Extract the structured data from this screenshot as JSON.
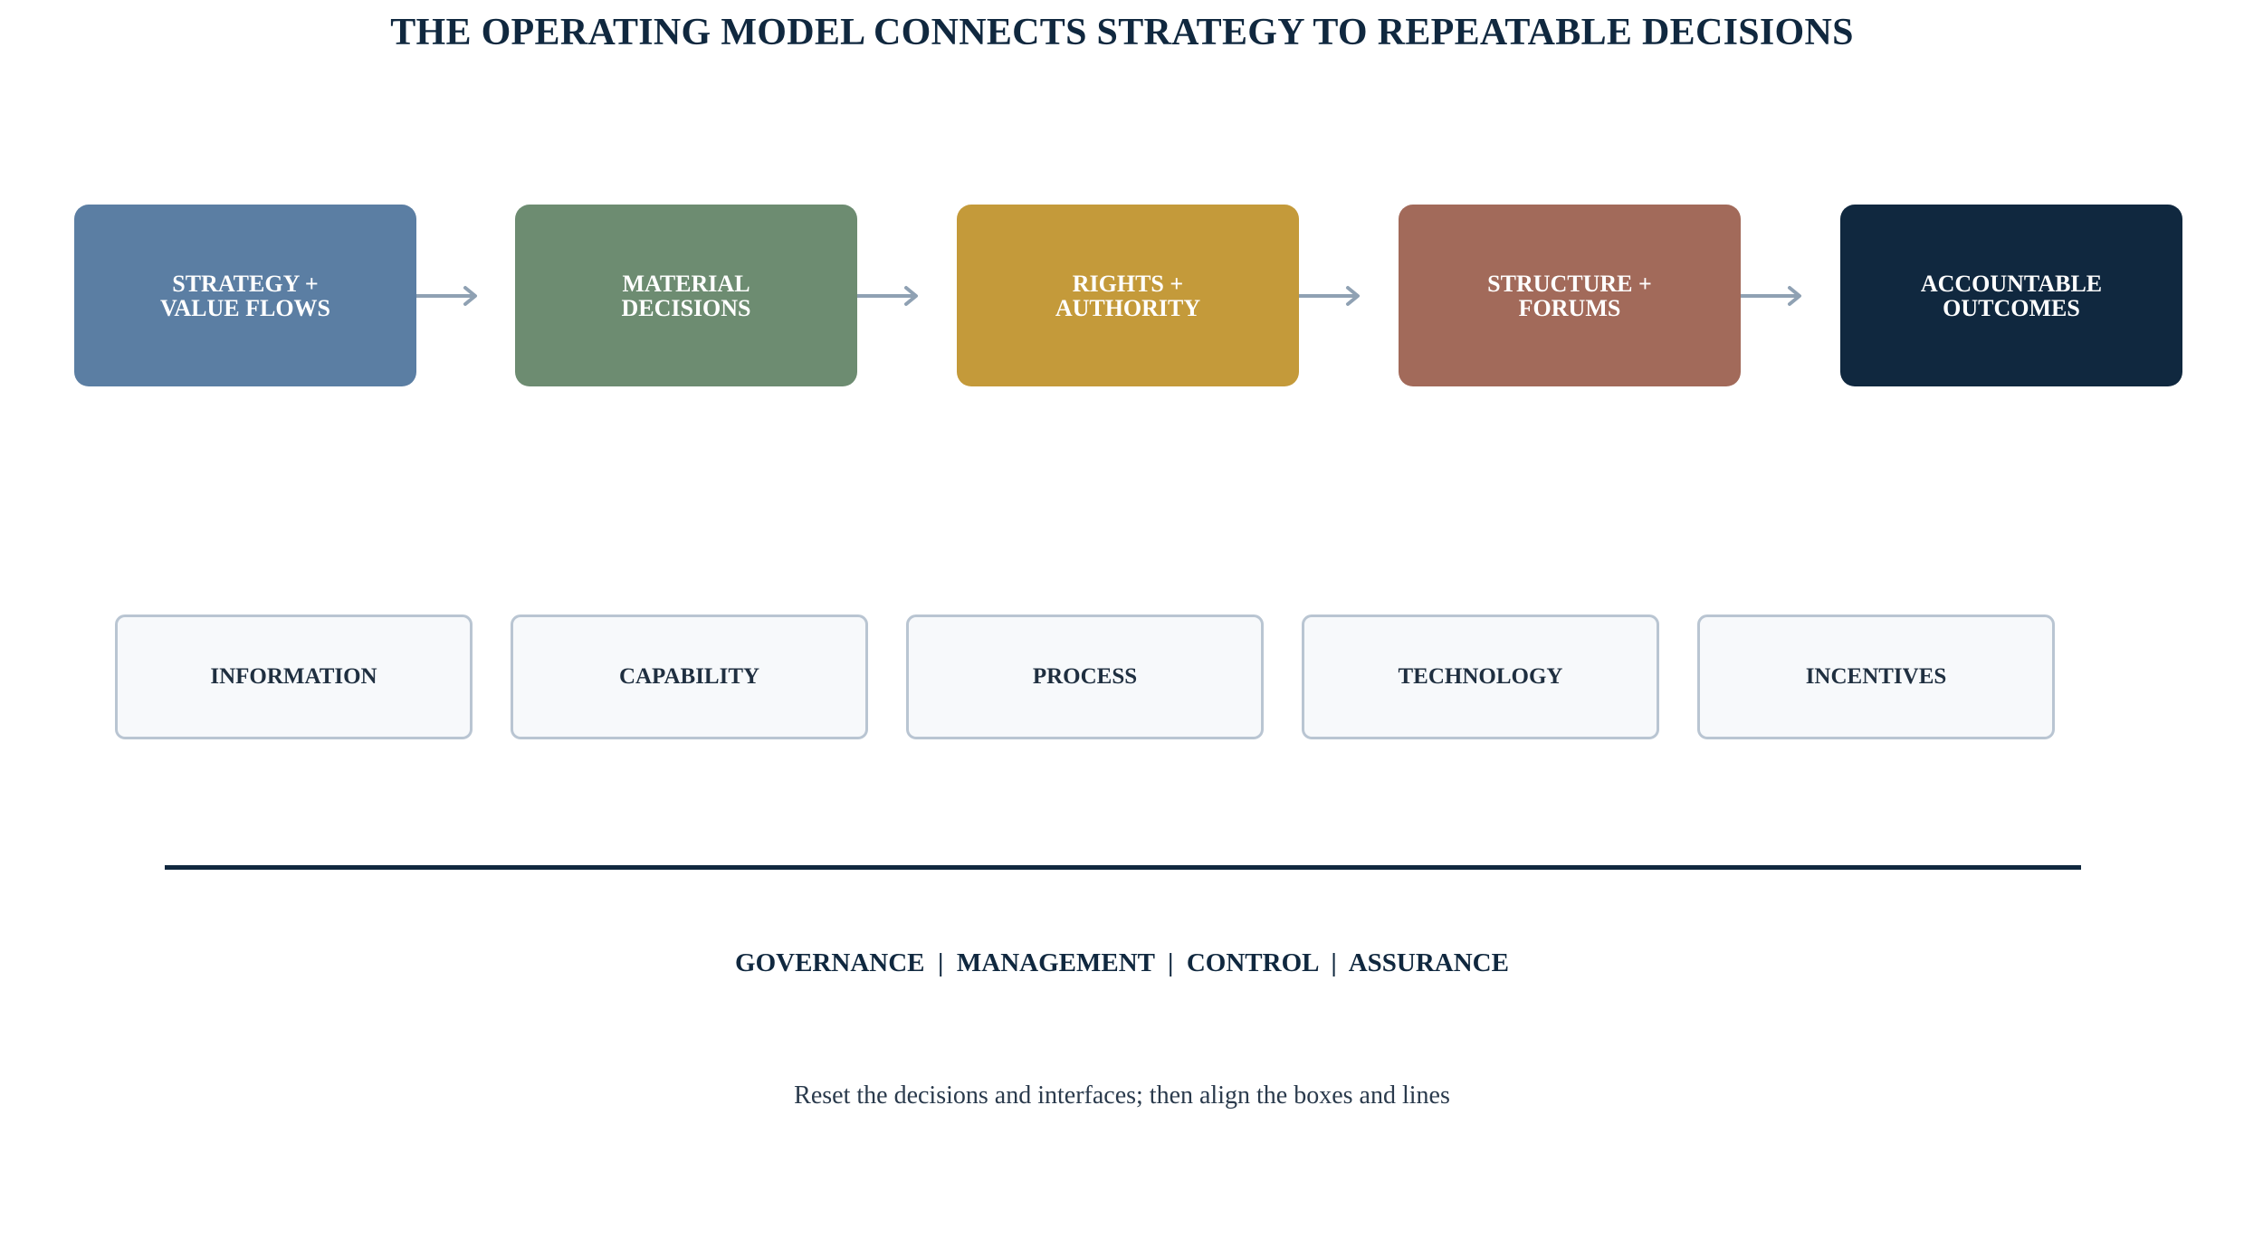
{
  "title": "THE OPERATING MODEL CONNECTS STRATEGY TO REPEATABLE DECISIONS",
  "flow_steps": [
    {
      "label": "STRATEGY +\nVALUE FLOWS",
      "color": "#5b7ea3"
    },
    {
      "label": "MATERIAL\nDECISIONS",
      "color": "#6d8c71"
    },
    {
      "label": "RIGHTS +\nAUTHORITY",
      "color": "#c49a3a"
    },
    {
      "label": "STRUCTURE +\nFORUMS",
      "color": "#a26a5a"
    },
    {
      "label": "ACCOUNTABLE\nOUTCOMES",
      "color": "#10283f"
    }
  ],
  "arrow_color": "#8fa1b3",
  "enablers": [
    {
      "label": "INFORMATION"
    },
    {
      "label": "CAPABILITY"
    },
    {
      "label": "PROCESS"
    },
    {
      "label": "TECHNOLOGY"
    },
    {
      "label": "INCENTIVES"
    }
  ],
  "pillars": {
    "governance": "GOVERNANCE",
    "management": "MANAGEMENT",
    "control": "CONTROL",
    "assurance": "ASSURANCE",
    "separator": "|"
  },
  "footnote": "Reset the decisions and interfaces; then align the boxes and lines"
}
